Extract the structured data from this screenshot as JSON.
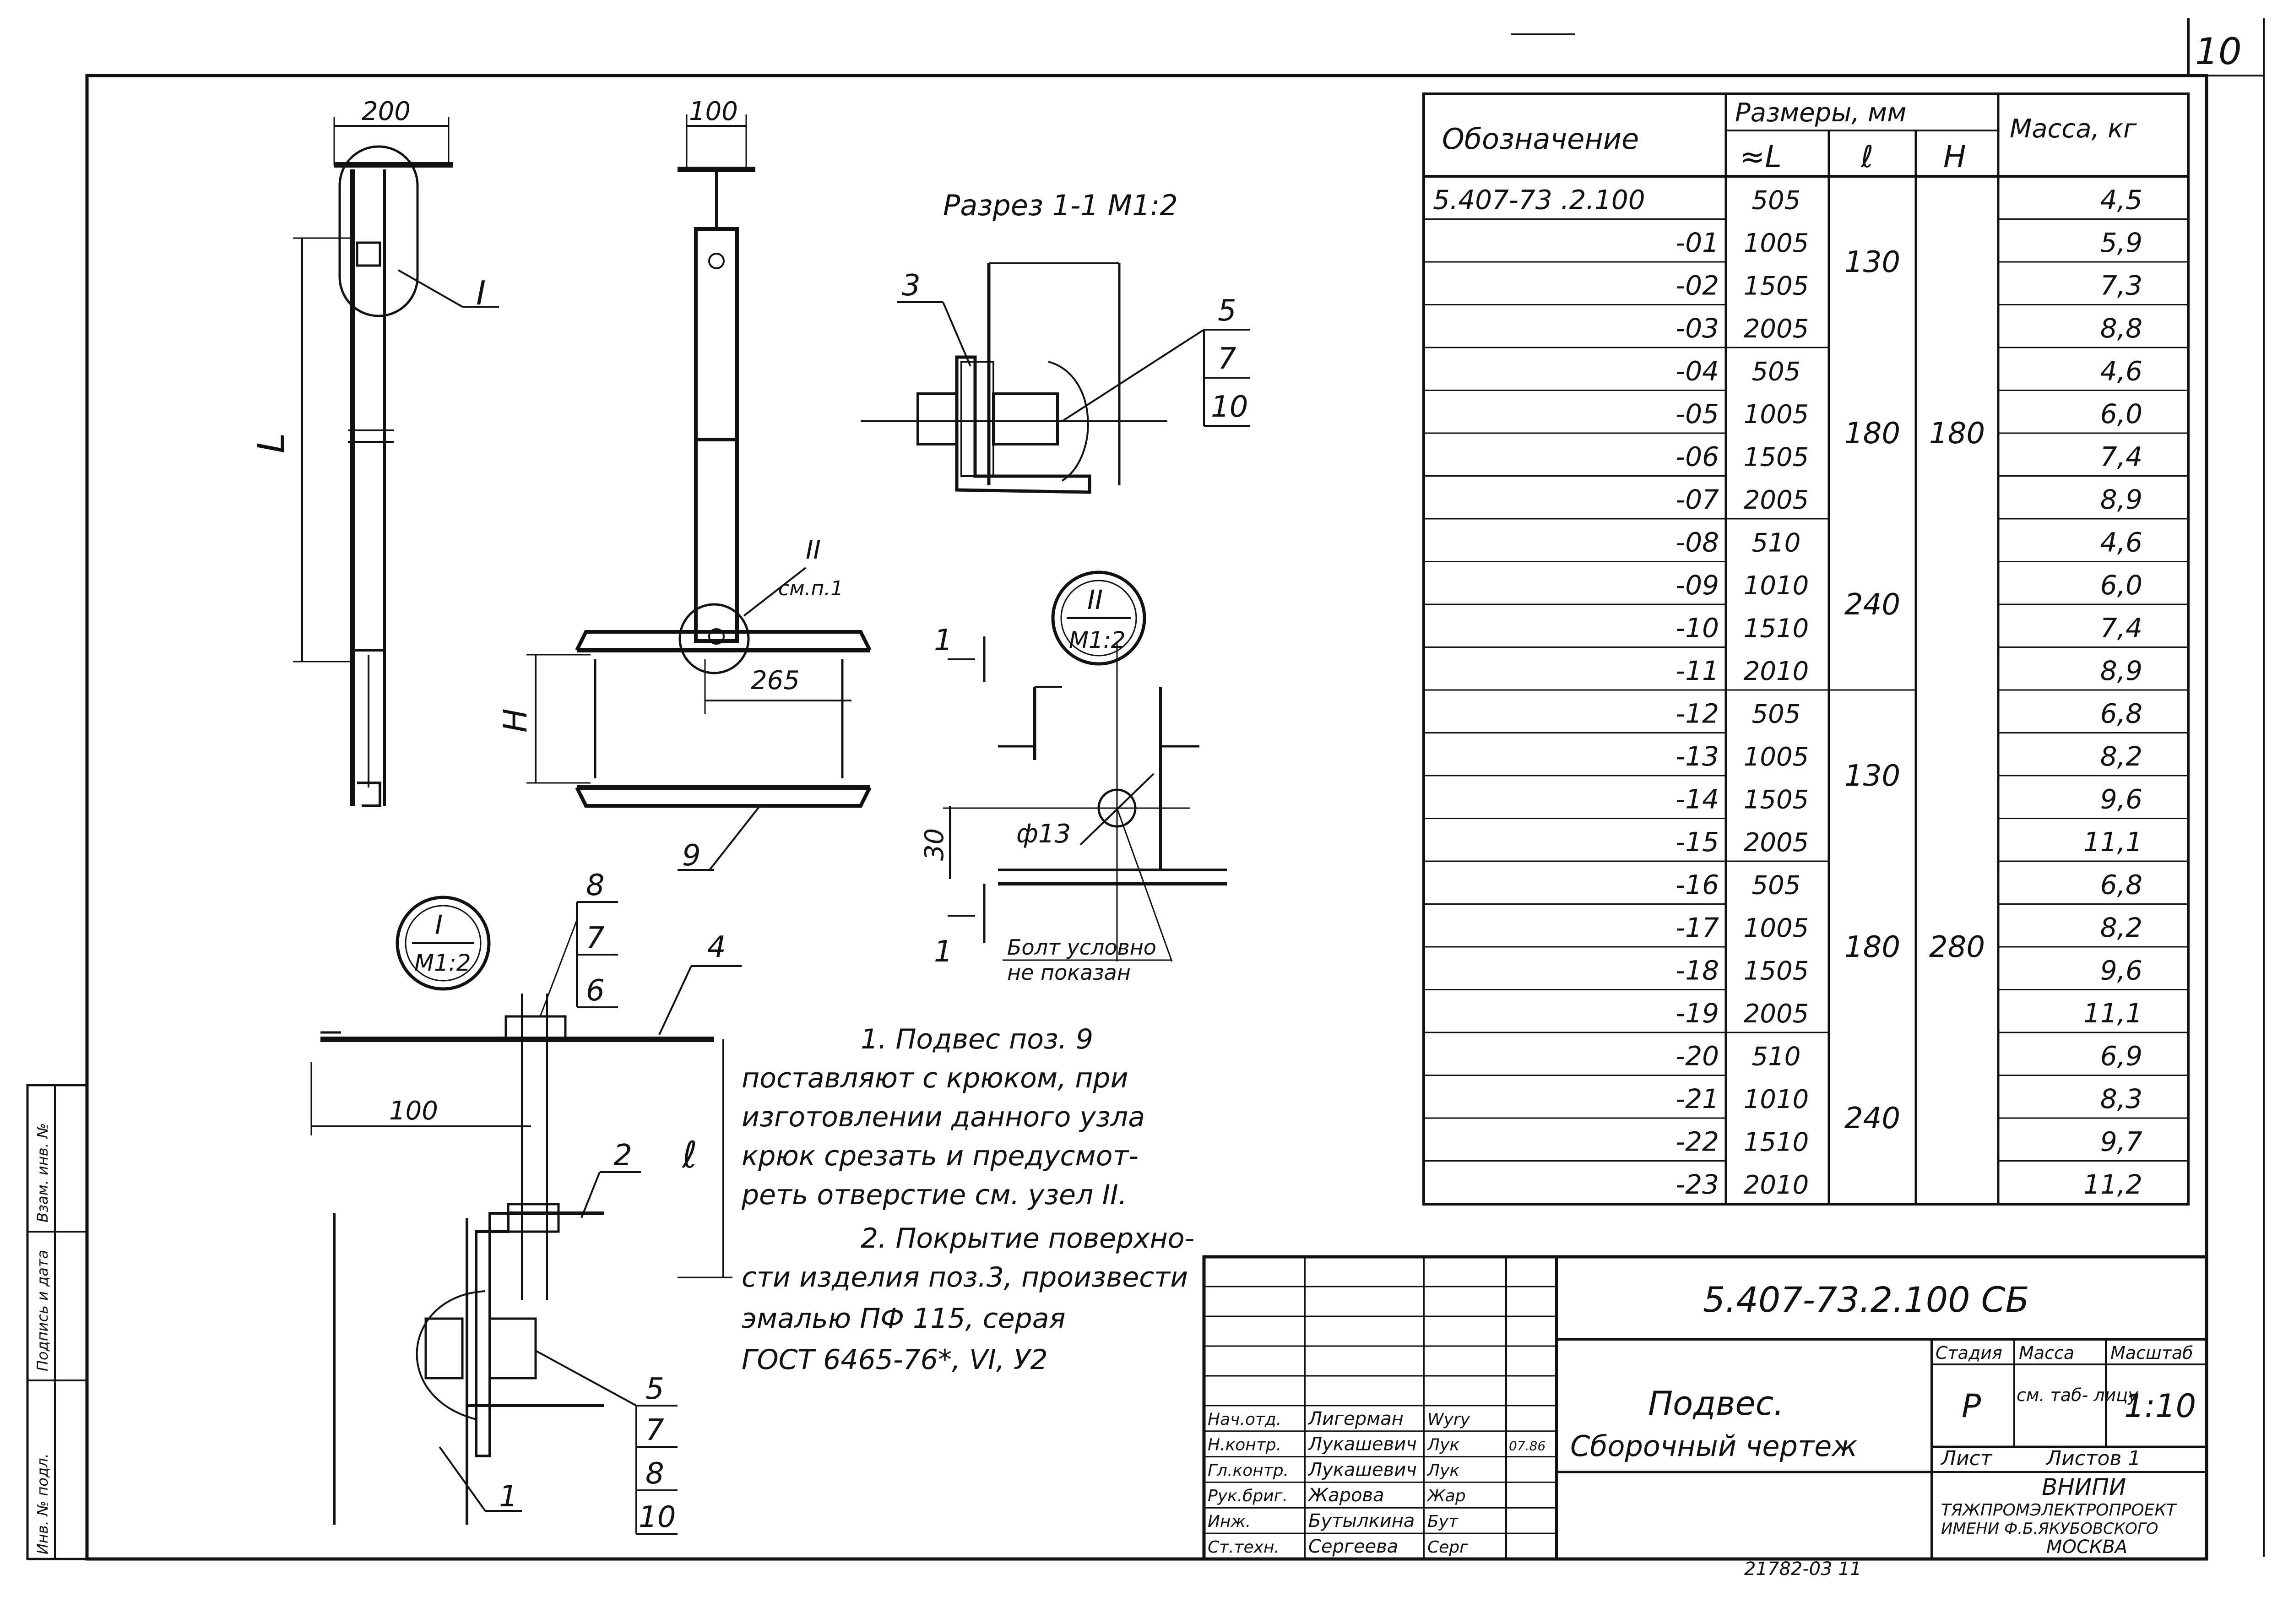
{
  "sheet": {
    "number": "10",
    "designation_code": "5.407-73.2.100 СБ",
    "title_line1": "Подвес.",
    "title_line2": "Сборочный чертеж",
    "stage_label": "Стадия",
    "mass_label": "Масса",
    "scale_label": "Масштаб",
    "stage": "Р",
    "mass_value": "см. таб- лицу",
    "scale": "1:10",
    "sheet_label": "Лист",
    "sheets_label": "Листов 1",
    "organization": [
      "ВНИПИ",
      "ТЯЖПРОМЭЛЕКТРОПРОЕКТ",
      "ИМЕНИ Ф.Б.ЯКУБОВСКОГО",
      "МОСКВА"
    ],
    "bottom_fragment": "21782-03  11",
    "side_stamp": [
      "Инв. № подл.",
      "Подпись и дата",
      "Взам. инв. №"
    ],
    "signatures": [
      {
        "role": "Нач.отд.",
        "name": "Лигерман",
        "sign": "Wyry",
        "date": ""
      },
      {
        "role": "Н.контр.",
        "name": "Лукашевич",
        "sign": "Лук",
        "date": "07.86"
      },
      {
        "role": "Гл.контр.",
        "name": "Лукашевич",
        "sign": "Лук",
        "date": ""
      },
      {
        "role": "Рук.бриг.",
        "name": "Жарова",
        "sign": "Жар",
        "date": ""
      },
      {
        "role": "Инж.",
        "name": "Бутылкина",
        "sign": "Бут",
        "date": ""
      },
      {
        "role": "Ст.техн.",
        "name": "Сергеева",
        "sign": "Серг",
        "date": ""
      }
    ]
  },
  "spec_table": {
    "headers": {
      "designation": "Обозначение",
      "dimensions": "Размеры, мм",
      "L": "≈L",
      "l": "ℓ",
      "H": "H",
      "mass": "Масса, кг"
    },
    "rows": [
      {
        "code": "5.407-73 .2.100",
        "L": "505",
        "mass": "4,5"
      },
      {
        "code": "-01",
        "L": "1005",
        "mass": "5,9"
      },
      {
        "code": "-02",
        "L": "1505",
        "mass": "7,3"
      },
      {
        "code": "-03",
        "L": "2005",
        "mass": "8,8"
      },
      {
        "code": "-04",
        "L": "505",
        "mass": "4,6"
      },
      {
        "code": "-05",
        "L": "1005",
        "mass": "6,0"
      },
      {
        "code": "-06",
        "L": "1505",
        "mass": "7,4"
      },
      {
        "code": "-07",
        "L": "2005",
        "mass": "8,9"
      },
      {
        "code": "-08",
        "L": "510",
        "mass": "4,6"
      },
      {
        "code": "-09",
        "L": "1010",
        "mass": "6,0"
      },
      {
        "code": "-10",
        "L": "1510",
        "mass": "7,4"
      },
      {
        "code": "-11",
        "L": "2010",
        "mass": "8,9"
      },
      {
        "code": "-12",
        "L": "505",
        "mass": "6,8"
      },
      {
        "code": "-13",
        "L": "1005",
        "mass": "8,2"
      },
      {
        "code": "-14",
        "L": "1505",
        "mass": "9,6"
      },
      {
        "code": "-15",
        "L": "2005",
        "mass": "11,1"
      },
      {
        "code": "-16",
        "L": "505",
        "mass": "6,8"
      },
      {
        "code": "-17",
        "L": "1005",
        "mass": "8,2"
      },
      {
        "code": "-18",
        "L": "1505",
        "mass": "9,6"
      },
      {
        "code": "-19",
        "L": "2005",
        "mass": "11,1"
      },
      {
        "code": "-20",
        "L": "510",
        "mass": "6,9"
      },
      {
        "code": "-21",
        "L": "1010",
        "mass": "8,3"
      },
      {
        "code": "-22",
        "L": "1510",
        "mass": "9,7"
      },
      {
        "code": "-23",
        "L": "2010",
        "mass": "11,2"
      }
    ],
    "l_groups": [
      "130",
      "180",
      "240",
      "130",
      "180",
      "240"
    ],
    "h_groups": [
      "180",
      "280"
    ]
  },
  "drawing": {
    "section_title": "Разрез 1-1 М1:2",
    "callout_I": "I",
    "callout_II": "II",
    "callout_scale": "М1:2",
    "node_ref": "II см.п.1",
    "dim_200": "200",
    "dim_100_top": "100",
    "dim_L": "L",
    "dim_H": "H",
    "dim_265": "265",
    "dim_100": "100",
    "dim_l": "ℓ",
    "dim_30": "30",
    "hole": "ф13",
    "section_mark": "1",
    "bolt_note": [
      "Болт условно",
      "не показан"
    ],
    "positions": [
      "1",
      "2",
      "3",
      "4",
      "5",
      "6",
      "7",
      "8",
      "9",
      "10"
    ]
  },
  "notes": [
    "1. Подвес поз. 9",
    "поставляют с крюком, при",
    "изготовлении данного узла",
    "крюк срезать и предусмот-",
    "реть отверстие см. узел II.",
    "2. Покрытие поверхно-",
    "сти изделия поз.3, произвести",
    "эмалью ПФ 115, серая",
    "ГОСТ 6465-76*, VI, У2"
  ]
}
